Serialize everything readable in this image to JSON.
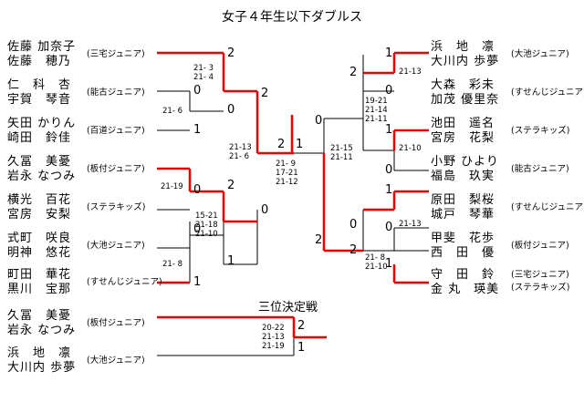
{
  "title": "女子４年生以下ダブルス",
  "left_pairs": [
    {
      "p1": "佐藤 加奈子",
      "p2": "佐藤　穂乃",
      "club": "(三宅ジュニア)"
    },
    {
      "p1": "仁　科　杏",
      "p2": "宇賀　琴音",
      "club": "(能古ジュニア)"
    },
    {
      "p1": "矢田 かりん",
      "p2": "崎田　鈴佳",
      "club": "(百道ジュニア)"
    },
    {
      "p1": "久冨　美憂",
      "p2": "岩永 なつみ",
      "club": "(板付ジュニア)"
    },
    {
      "p1": "横光　百花",
      "p2": "宮房　安梨",
      "club": "(ステラキッズ)"
    },
    {
      "p1": "式町　咲良",
      "p2": "明神　悠花",
      "club": "(大池ジュニア)"
    },
    {
      "p1": "町田　華花",
      "p2": "黒川　宝那",
      "club": "(すせんじジュニア)"
    }
  ],
  "right_pairs": [
    {
      "p1": "浜　地　凛",
      "p2": "大川内 歩夢",
      "club": "(大池ジュニア)"
    },
    {
      "p1": "大森　彩未",
      "p2": "加茂 優里奈",
      "club": "(すせんじジュニア)"
    },
    {
      "p1": "池田　遥名",
      "p2": "宮房　花梨",
      "club": "(ステラキッズ)"
    },
    {
      "p1": "小野 ひより",
      "p2": "福島　玖実",
      "club": "(能古ジュニア)"
    },
    {
      "p1": "原田　梨桜",
      "p2": "城戸　琴華",
      "club": "(すせんじジュニア)"
    },
    {
      "p1": "甲斐　花歩",
      "p2": "西　田　優",
      "club": "(板付ジュニア)"
    },
    {
      "p1": "守　田　鈴",
      "p2": "金 丸　瑛美",
      "club": "(三宅ジュニア)",
      "club2": "(ステラキッズ)"
    }
  ],
  "third_place": {
    "label": "三位決定戦",
    "pairs": [
      {
        "p1": "久冨　美憂",
        "p2": "岩永 なつみ",
        "club": "(板付ジュニア)"
      },
      {
        "p1": "浜　地　凛",
        "p2": "大川内 歩夢",
        "club": "(大池ジュニア)"
      }
    ],
    "score": "20-22\n21-13\n21-19",
    "n1": "2",
    "n2": "1"
  },
  "scores": {
    "l1": "21- 3\n21- 4",
    "l2": "21- 6",
    "l3": "21-13\n21- 6",
    "l4": "21-19",
    "l5": "15-21\n21-18\n21-10",
    "l6": "21- 8",
    "r1": "21-13",
    "r2": "19-21\n21-14\n21-11",
    "r3": "21-10",
    "r4": "21-15\n21-11",
    "r5": "21-13",
    "r6": "21- 8\n21-10",
    "final": "21- 9\n17-21\n21-12"
  },
  "nums": {
    "a": "2",
    "b": "0",
    "c": "0",
    "d": "1",
    "e": "2",
    "f": "2",
    "g": "0",
    "h": "0",
    "i": "1",
    "j": "1",
    "k": "2",
    "l": "0",
    "m": "1",
    "ra": "1",
    "rb": "2",
    "rc": "0",
    "rd": "1",
    "re": "0",
    "rf": "0",
    "rg": "1",
    "rh": "0",
    "ri": "1",
    "rj": "2",
    "rk": "0",
    "rl": "2"
  }
}
